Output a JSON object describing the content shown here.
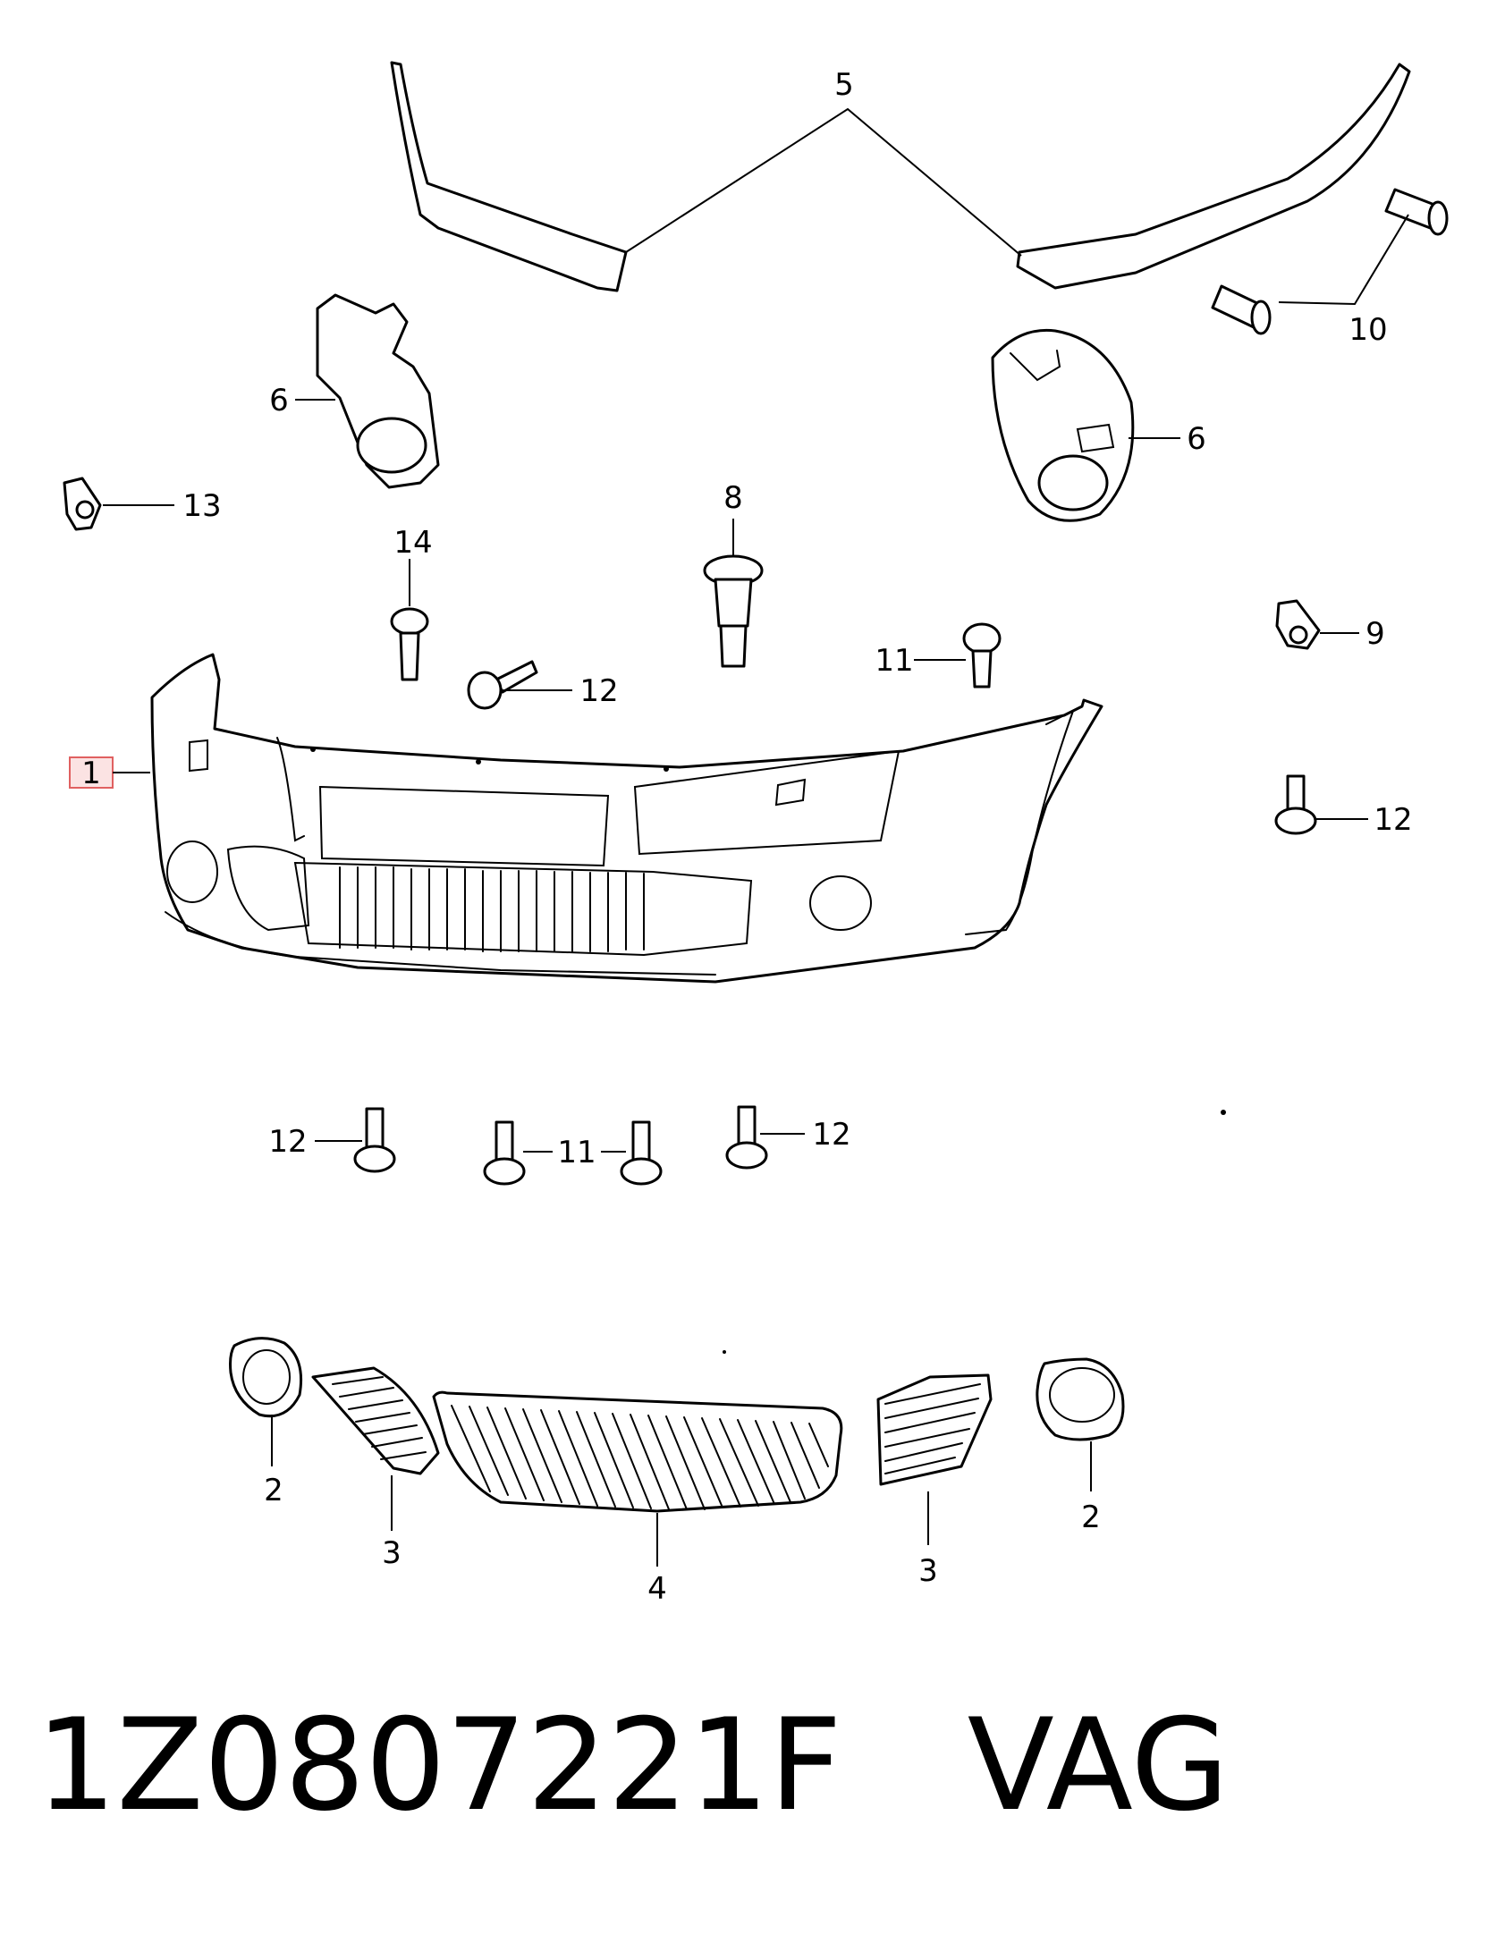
{
  "callouts": {
    "c1": "1",
    "c2a": "2",
    "c2b": "2",
    "c3a": "3",
    "c3b": "3",
    "c4": "4",
    "c5": "5",
    "c6a": "6",
    "c6b": "6",
    "c8": "8",
    "c9": "9",
    "c10": "10",
    "c11a": "11",
    "c11b": "11",
    "c12a": "12",
    "c12b": "12",
    "c12c": "12",
    "c12d": "12",
    "c13": "13",
    "c14": "14"
  },
  "footer": {
    "part_number": "1Z0807221F",
    "brand": "VAG"
  },
  "colors": {
    "line": "#000000",
    "highlight_fill": "#fbe3e3",
    "highlight_border": "#e06060"
  }
}
